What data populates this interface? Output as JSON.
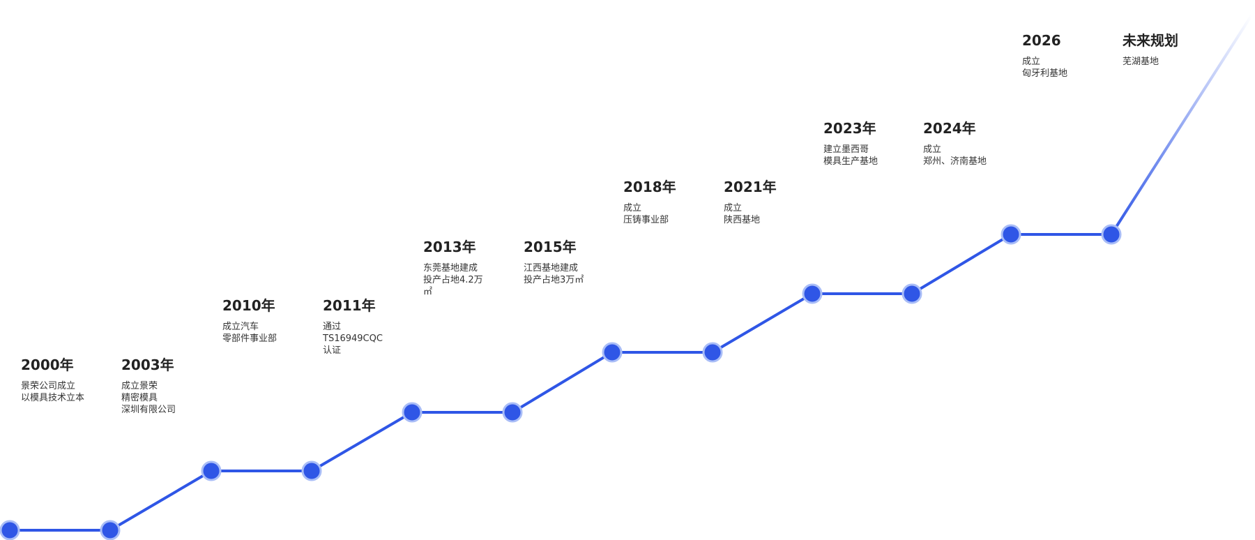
{
  "colors": {
    "line": "#2f56e6",
    "node_fill": "#2f56e6",
    "node_ring": "#a9bdf7",
    "text_dark": "#222222",
    "text_body": "#333333"
  },
  "milestones": [
    {
      "year": "2000年",
      "lines": [
        "景荣公司成立",
        "以模具技术立本"
      ]
    },
    {
      "year": "2003年",
      "lines": [
        "成立景荣",
        "精密模具",
        "深圳有限公司"
      ]
    },
    {
      "year": "2010年",
      "lines": [
        "成立汽车",
        "零部件事业部"
      ]
    },
    {
      "year": "2011年",
      "lines": [
        "通过",
        "TS16949CQC",
        "认证"
      ]
    },
    {
      "year": "2013年",
      "lines": [
        "东莞基地建成",
        "投产占地4.2万",
        "㎡"
      ]
    },
    {
      "year": "2015年",
      "lines": [
        "江西基地建成",
        "投产占地3万㎡"
      ]
    },
    {
      "year": "2018年",
      "lines": [
        "成立",
        "压铸事业部"
      ]
    },
    {
      "year": "2021年",
      "lines": [
        "成立",
        "陕西基地"
      ]
    },
    {
      "year": "2023年",
      "lines": [
        "建立墨西哥",
        "模具生产基地"
      ]
    },
    {
      "year": "2024年",
      "lines": [
        "成立",
        "郑州、济南基地"
      ]
    },
    {
      "year": "2026",
      "lines": [
        "成立",
        "匈牙利基地"
      ]
    },
    {
      "year": "未来规划",
      "lines": [
        "芜湖基地"
      ]
    }
  ]
}
